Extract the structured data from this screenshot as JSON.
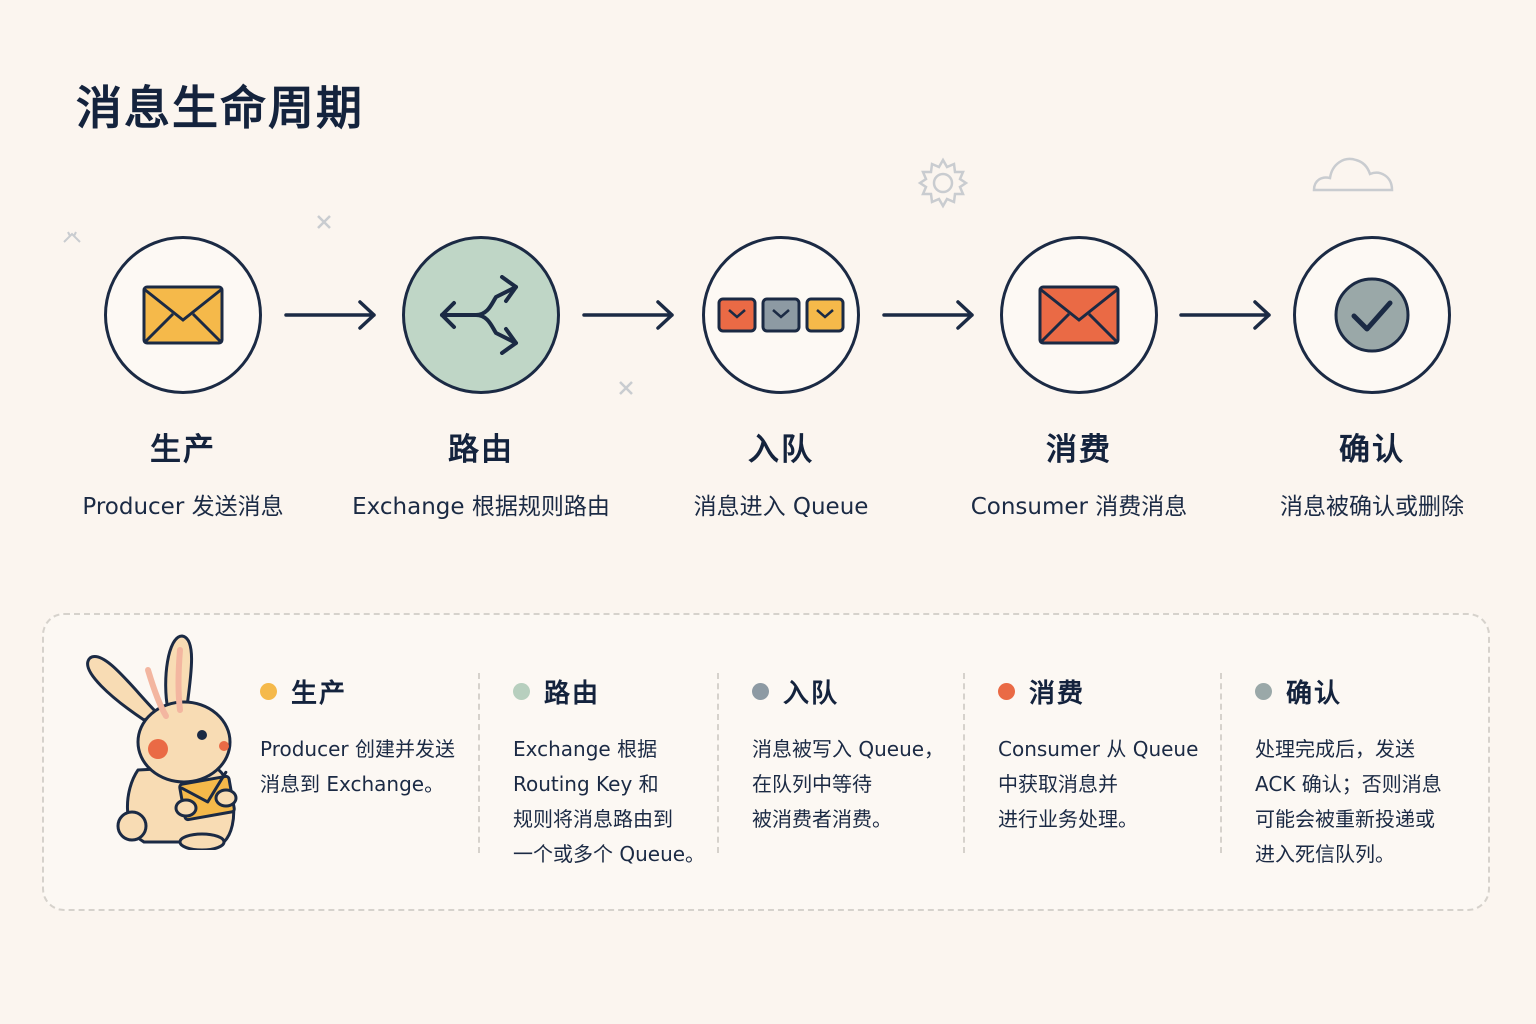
{
  "title": "消息生命周期",
  "steps": [
    {
      "title": "生产",
      "subtitle": "Producer 发送消息",
      "icon": "envelope-icon"
    },
    {
      "title": "路由",
      "subtitle": "Exchange 根据规则路由",
      "icon": "route-split-icon"
    },
    {
      "title": "入队",
      "subtitle": "消息进入 Queue",
      "icon": "queue-icon"
    },
    {
      "title": "消费",
      "subtitle": "Consumer 消费消息",
      "icon": "envelope-icon"
    },
    {
      "title": "确认",
      "subtitle": "消息被确认或删除",
      "icon": "check-icon"
    }
  ],
  "details": [
    {
      "title": "生产",
      "body": "Producer 创建并发送\n消息到 Exchange。",
      "color": "#f5b94a"
    },
    {
      "title": "路由",
      "body": "Exchange 根据\nRouting Key 和\n规则将消息路由到\n一个或多个 Queue。",
      "color": "#b7cfbe"
    },
    {
      "title": "入队",
      "body": "消息被写入 Queue，\n在队列中等待\n被消费者消费。",
      "color": "#8d9aa3"
    },
    {
      "title": "消费",
      "body": "Consumer 从 Queue\n中获取消息并\n进行业务处理。",
      "color": "#ea6a45"
    },
    {
      "title": "确认",
      "body": "处理完成后，发送\nACK 确认；否则消息\n可能会被重新投递或\n进入死信队列。",
      "color": "#9aa8a8"
    }
  ],
  "colors": {
    "yellow": "#f5b94a",
    "orange": "#ea6a45",
    "gray": "#8d9aa3",
    "green": "#bfd6c6",
    "navy": "#1b2a44"
  }
}
